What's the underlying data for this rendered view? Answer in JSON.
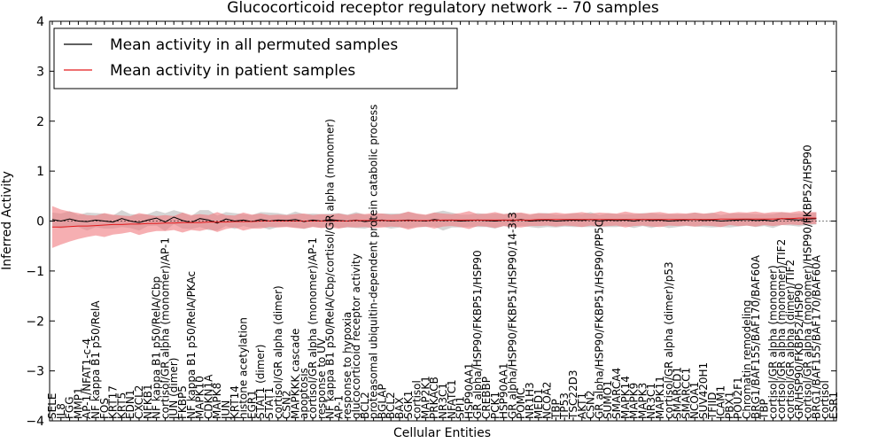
{
  "chart_data": {
    "type": "line",
    "title": "Glucocorticoid receptor regulatory network -- 70 samples",
    "xlabel": "Cellular Entities",
    "ylabel": "Inferred Activity",
    "ylim": [
      -4,
      4
    ],
    "yticks": [
      -4,
      -3,
      -2,
      -1,
      0,
      1,
      2,
      3,
      4
    ],
    "grid": false,
    "legend_position": "top-left",
    "band_style": "mean +/- standard deviation",
    "colors": {
      "permuted_line": "#000000",
      "permuted_band": "#b3b3b3",
      "patient_line": "#e31a1c",
      "patient_band": "#f07a7e"
    },
    "categories": [
      "SELE",
      "IL8",
      "FGG",
      "MMP1",
      "AP-1/NFAT1-c-4",
      "NF kappa B1 p50/RelA",
      "FOS",
      "KRT17",
      "KRT5",
      "EDN1",
      "CXCL2",
      "NFKB1",
      "NF kappa B1 p50/RelA/Cbp",
      "cortisol/GR alpha (monomer)/AP-1",
      "JUN (dimer)",
      "FKBP5",
      "NF kappa B1 p50/RelA/PKAc",
      "MAPK10",
      "CDKN1A",
      "MAPK8",
      "JUN",
      "KRT14",
      "histone acetylation",
      "EGR1",
      "STAT1 (dimer)",
      "STAT1",
      "cortisol/GR alpha (dimer)",
      "CSN2",
      "MAPKKK cascade",
      "apoptosis",
      "cortisol/GR alpha (monomer)/AP-1",
      "response to UV",
      "NF kappa B1 p50/RelA/Cbp/cortisol/GR alpha (monomer)",
      "AP-1",
      "response to hypoxia",
      "glucocorticoid receptor activity",
      "BCL2",
      "proteasomal ubiquitin-dependent protein catabolic process",
      "BGLAP",
      "BCL2",
      "BAX",
      "SGK1",
      "cortisol",
      "MAP2K1",
      "PRKACB",
      "NR3C1",
      "NFATC1",
      "SPI1",
      "HSP90AA1",
      "GR alpha/HSP90/FKBP51/HSP90",
      "CREBBP",
      "PCK1",
      "HSP90AA1",
      "GR alpha/HSP90/FKBP51/HSP90/14-3-3",
      "POMC",
      "NR1H3",
      "MED1",
      "NCOA2",
      "TBP",
      "TP53",
      "TSC22D3",
      "AKT1",
      "CSN2",
      "GR alpha/HSP90/FKBP51/HSP90/PP5C",
      "SUMO1",
      "SMARCA4",
      "MAPK14",
      "MAPK9",
      "MAPK3",
      "NR3C1",
      "MAPK11",
      "cortisol/GR alpha (dimer)/p53",
      "SMARCD1",
      "SMARCC1",
      "NCOA1",
      "SUV420H1",
      "TFIID",
      "ICAM1",
      "PBX1",
      "POU2F1",
      "Chromatin remodeling",
      "BRG1/BAF155/BAF170/BAF60A",
      "TBP",
      "cortisol/GR alpha (monomer)",
      "cortisol/GR alpha (monomer)/TIF2",
      "cortisol/GR alpha (dimer)/TIF2",
      "GR/HSP90/FKBP52/HSP90",
      "cortisol/GR alpha (monomer)/HSP90/FKBP52/HSP90",
      "BRG1/BAF155/BAF170/BAF60A",
      "cortisol",
      "ESR1"
    ],
    "series": [
      {
        "name": "Mean activity in all permuted samples",
        "mean": [
          0.03,
          0.0,
          0.04,
          0.0,
          -0.01,
          0.02,
          0.0,
          -0.02,
          0.05,
          0.0,
          -0.03,
          0.02,
          0.06,
          -0.02,
          0.08,
          0.01,
          -0.03,
          0.05,
          0.02,
          -0.04,
          0.04,
          0.0,
          0.02,
          -0.01,
          0.03,
          0.0,
          0.02,
          0.01,
          0.03,
          -0.01,
          0.02,
          0.0,
          0.03,
          0.01,
          0.0,
          0.02,
          -0.01,
          0.01,
          0.02,
          0.0,
          0.01,
          0.02,
          0.01,
          0.0,
          0.03,
          0.01,
          0.02,
          0.0,
          0.01,
          0.02,
          0.01,
          0.0,
          0.02,
          0.01,
          0.03,
          0.0,
          0.01,
          0.02,
          0.0,
          0.01,
          0.02,
          0.01,
          0.03,
          0.0,
          0.02,
          0.01,
          0.02,
          0.0,
          0.03,
          0.01,
          0.02,
          0.0,
          0.01,
          0.02,
          0.03,
          0.01,
          0.02,
          0.0,
          0.01,
          0.02,
          0.03,
          0.01,
          0.02,
          0.0,
          0.05,
          0.03,
          0.02,
          0.04,
          0.05
        ],
        "std": [
          0.14,
          0.15,
          0.16,
          0.12,
          0.18,
          0.14,
          0.15,
          0.13,
          0.17,
          0.14,
          0.16,
          0.12,
          0.15,
          0.18,
          0.14,
          0.16,
          0.13,
          0.17,
          0.2,
          0.15,
          0.14,
          0.16,
          0.12,
          0.13,
          0.15,
          0.17,
          0.14,
          0.12,
          0.16,
          0.15,
          0.13,
          0.14,
          0.12,
          0.15,
          0.13,
          0.16,
          0.14,
          0.12,
          0.13,
          0.15,
          0.14,
          0.16,
          0.13,
          0.12,
          0.14,
          0.2,
          0.15,
          0.13,
          0.12,
          0.14,
          0.13,
          0.15,
          0.12,
          0.14,
          0.13,
          0.12,
          0.15,
          0.14,
          0.13,
          0.12,
          0.14,
          0.13,
          0.15,
          0.12,
          0.14,
          0.13,
          0.12,
          0.14,
          0.13,
          0.15,
          0.12,
          0.14,
          0.13,
          0.12,
          0.14,
          0.13,
          0.15,
          0.12,
          0.14,
          0.13,
          0.12,
          0.13,
          0.12,
          0.14,
          0.13,
          0.12,
          0.13,
          0.12,
          0.12
        ]
      },
      {
        "name": "Mean activity in patient samples",
        "mean": [
          -0.12,
          -0.12,
          -0.11,
          -0.1,
          -0.1,
          -0.09,
          -0.08,
          -0.07,
          -0.07,
          -0.06,
          -0.06,
          -0.05,
          -0.05,
          -0.04,
          -0.04,
          -0.03,
          -0.03,
          -0.03,
          -0.02,
          -0.02,
          -0.02,
          -0.01,
          -0.01,
          -0.01,
          0.0,
          0.0,
          0.0,
          0.0,
          0.0,
          0.0,
          0.0,
          0.0,
          0.0,
          0.0,
          0.0,
          0.01,
          0.01,
          0.01,
          0.01,
          0.01,
          0.01,
          0.01,
          0.01,
          0.01,
          0.01,
          0.02,
          0.02,
          0.02,
          0.02,
          0.02,
          0.02,
          0.02,
          0.02,
          0.02,
          0.02,
          0.02,
          0.03,
          0.03,
          0.03,
          0.03,
          0.03,
          0.03,
          0.03,
          0.03,
          0.03,
          0.03,
          0.03,
          0.03,
          0.03,
          0.03,
          0.03,
          0.03,
          0.03,
          0.03,
          0.03,
          0.03,
          0.03,
          0.04,
          0.04,
          0.04,
          0.04,
          0.04,
          0.04,
          0.04,
          0.05,
          0.05,
          0.06,
          0.06,
          0.06
        ],
        "std": [
          0.42,
          0.35,
          0.3,
          0.26,
          0.22,
          0.2,
          0.24,
          0.2,
          0.18,
          0.16,
          0.22,
          0.18,
          0.15,
          0.16,
          0.14,
          0.2,
          0.15,
          0.17,
          0.14,
          0.2,
          0.14,
          0.12,
          0.18,
          0.14,
          0.15,
          0.12,
          0.13,
          0.12,
          0.14,
          0.15,
          0.12,
          0.14,
          0.13,
          0.15,
          0.12,
          0.14,
          0.13,
          0.15,
          0.14,
          0.12,
          0.13,
          0.18,
          0.14,
          0.12,
          0.16,
          0.13,
          0.12,
          0.14,
          0.18,
          0.12,
          0.13,
          0.16,
          0.12,
          0.14,
          0.15,
          0.12,
          0.13,
          0.12,
          0.14,
          0.12,
          0.13,
          0.15,
          0.12,
          0.14,
          0.13,
          0.12,
          0.16,
          0.13,
          0.12,
          0.14,
          0.15,
          0.12,
          0.13,
          0.12,
          0.14,
          0.12,
          0.13,
          0.16,
          0.12,
          0.14,
          0.13,
          0.15,
          0.12,
          0.14,
          0.13,
          0.12,
          0.14,
          0.12,
          0.12
        ]
      }
    ]
  }
}
